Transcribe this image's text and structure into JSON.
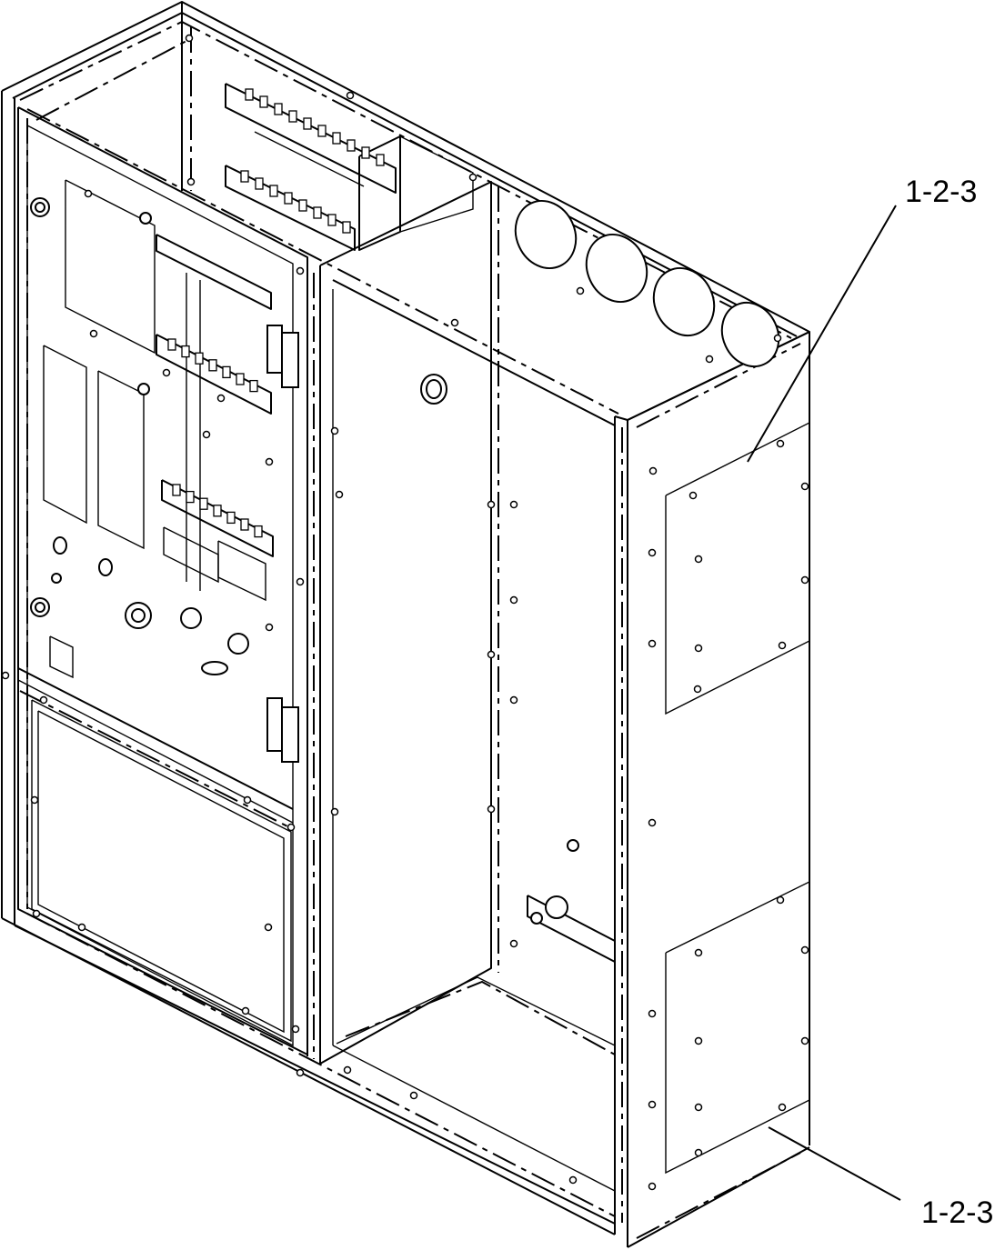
{
  "diagram": {
    "background": "#ffffff",
    "line_color": "#000000",
    "callouts": [
      {
        "id": "upper",
        "text": "1-2-3"
      },
      {
        "id": "lower",
        "text": "1-2-3"
      }
    ]
  }
}
